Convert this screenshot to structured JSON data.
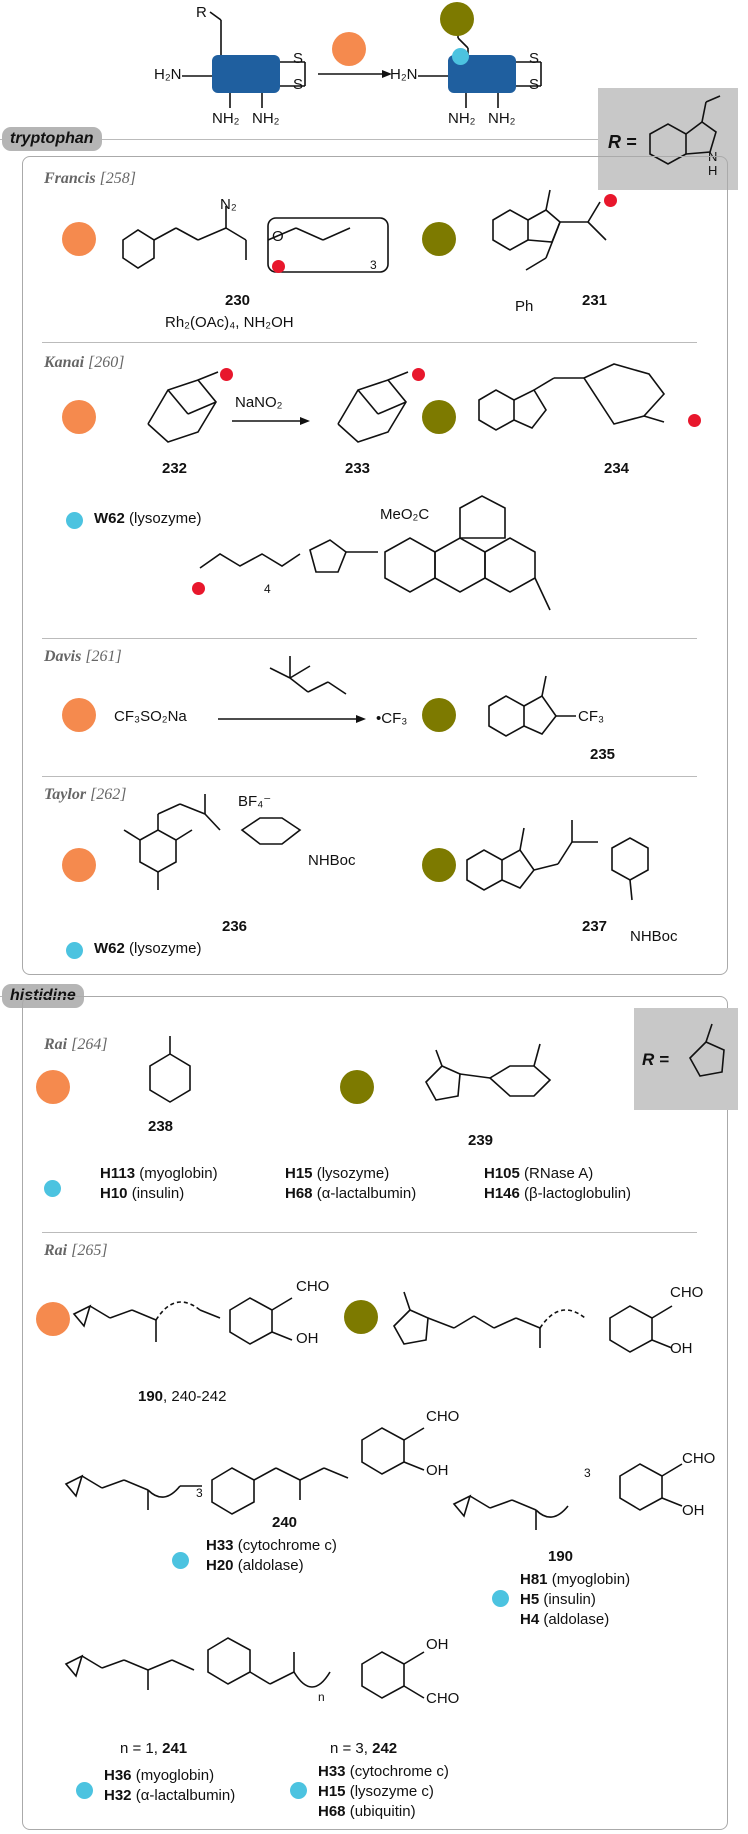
{
  "header": {
    "r_label": "R",
    "h2n": "H₂N",
    "nh2_1": "NH₂",
    "nh2_2": "NH₂",
    "s1": "S",
    "s2": "S",
    "h2n_p": "H₂N",
    "nh2_p1": "NH₂",
    "nh2_p2": "NH₂",
    "s1_p": "S",
    "s2_p": "S"
  },
  "tryptophan": {
    "label": "tryptophan",
    "r_eq": "R =",
    "indole_h": "N\nH",
    "francis": {
      "author": "Francis",
      "ref": "[258]",
      "n2": "N₂",
      "o": "O",
      "sub3": "3",
      "num_a": "230",
      "cond": "Rh₂(OAc)₄, NH₂OH",
      "num_b": "231",
      "ph": "Ph"
    },
    "kanai": {
      "author": "Kanai",
      "ref": "[260]",
      "reagent": "NaNO₂",
      "num_a": "232",
      "num_b": "233",
      "num_c": "234",
      "residue_code": "W62",
      "residue_protein": "(lysozyme)",
      "meo2c": "MeO₂C",
      "sub4": "4"
    },
    "davis": {
      "author": "Davis",
      "ref": "[261]",
      "reagent": "CF₃SO₂Na",
      "radical": "CF₃",
      "product_group": "CF₃",
      "num": "235"
    },
    "taylor": {
      "author": "Taylor",
      "ref": "[262]",
      "bf4": "BF₄⁻",
      "nhboc": "NHBoc",
      "num_a": "236",
      "num_b": "237",
      "nhboc_b": "NHBoc",
      "residue_code": "W62",
      "residue_protein": "(lysozyme)"
    }
  },
  "histidine": {
    "label": "histidine",
    "r_eq": "R =",
    "rai1": {
      "author": "Rai",
      "ref": "[264]",
      "num_a": "238",
      "num_b": "239",
      "residues": [
        {
          "code": "H113",
          "protein": "(myoglobin)"
        },
        {
          "code": "H10",
          "protein": "(insulin)"
        },
        {
          "code": "H15",
          "protein": "(lysozyme)"
        },
        {
          "code": "H68",
          "protein": "(α-lactalbumin)"
        },
        {
          "code": "H105",
          "protein": "(RNase A)"
        },
        {
          "code": "H146",
          "protein": "(β-lactoglobulin)"
        }
      ]
    },
    "rai2": {
      "author": "Rai",
      "ref": "[265]",
      "num_main": "190",
      "num_main_rest": ", 240-242",
      "cho": "CHO",
      "oh": "OH",
      "num_240": "240",
      "res_240": [
        {
          "code": "H33",
          "protein": "(cytochrome c)"
        },
        {
          "code": "H20",
          "protein": "(aldolase)"
        }
      ],
      "num_190": "190",
      "res_190": [
        {
          "code": "H81",
          "protein": "(myoglobin)"
        },
        {
          "code": "H5",
          "protein": "(insulin)"
        },
        {
          "code": "H4",
          "protein": "(aldolase)"
        }
      ],
      "n241": "n = 1, ",
      "num_241": "241",
      "n242": "n = 3, ",
      "num_242": "242",
      "res_241": [
        {
          "code": "H36",
          "protein": "(myoglobin)"
        },
        {
          "code": "H32",
          "protein": "(α-lactalbumin)"
        }
      ],
      "res_242": [
        {
          "code": "H33",
          "protein": "(cytochrome c)"
        },
        {
          "code": "H15",
          "protein": "(lysozyme c)"
        },
        {
          "code": "H68",
          "protein": "(ubiquitin)"
        }
      ],
      "sub3": "3",
      "subn": "n"
    }
  },
  "colors": {
    "reagent_dot": "#f58a4e",
    "product_dot": "#7d7a00",
    "residue_dot": "#4cc3e0",
    "tag_dot": "#e8172c",
    "protein_block": "#1f5f9f",
    "section_tag": "#b5b5b5"
  }
}
